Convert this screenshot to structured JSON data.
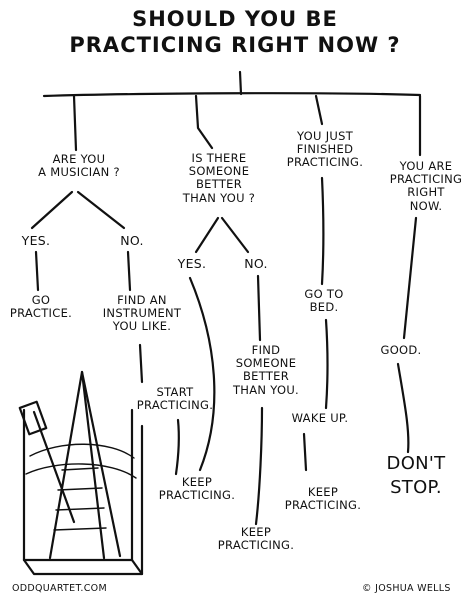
{
  "title": "SHOULD YOU BE\nPRACTICING RIGHT NOW ?",
  "branches": {
    "b1": {
      "question": "ARE YOU\nA MUSICIAN ?",
      "yes": "YES.",
      "no": "NO.",
      "yes_result": "GO\nPRACTICE.",
      "no_result": "FIND AN\nINSTRUMENT\nYOU LIKE.",
      "no_next": "START\nPRACTICING.",
      "no_final": "KEEP\nPRACTICING."
    },
    "b2": {
      "question": "IS THERE\nSOMEONE\nBETTER\nTHAN YOU ?",
      "yes": "YES.",
      "no": "NO.",
      "no_result": "FIND\nSOMEONE\nBETTER\nTHAN YOU.",
      "final": "KEEP\nPRACTICING."
    },
    "b3": {
      "question": "YOU JUST\nFINISHED\nPRACTICING.",
      "step1": "GO TO\nBED.",
      "step2": "WAKE UP.",
      "final": "KEEP\nPRACTICING."
    },
    "b4": {
      "question": "YOU ARE\nPRACTICING\nRIGHT\nNOW.",
      "result": "GOOD.",
      "final": "DON'T\nSTOP."
    }
  },
  "footer": {
    "site": "ODDQUARTET.COM",
    "credit": "© JOSHUA WELLS"
  },
  "illustration": {
    "icon": "metronome-icon"
  }
}
